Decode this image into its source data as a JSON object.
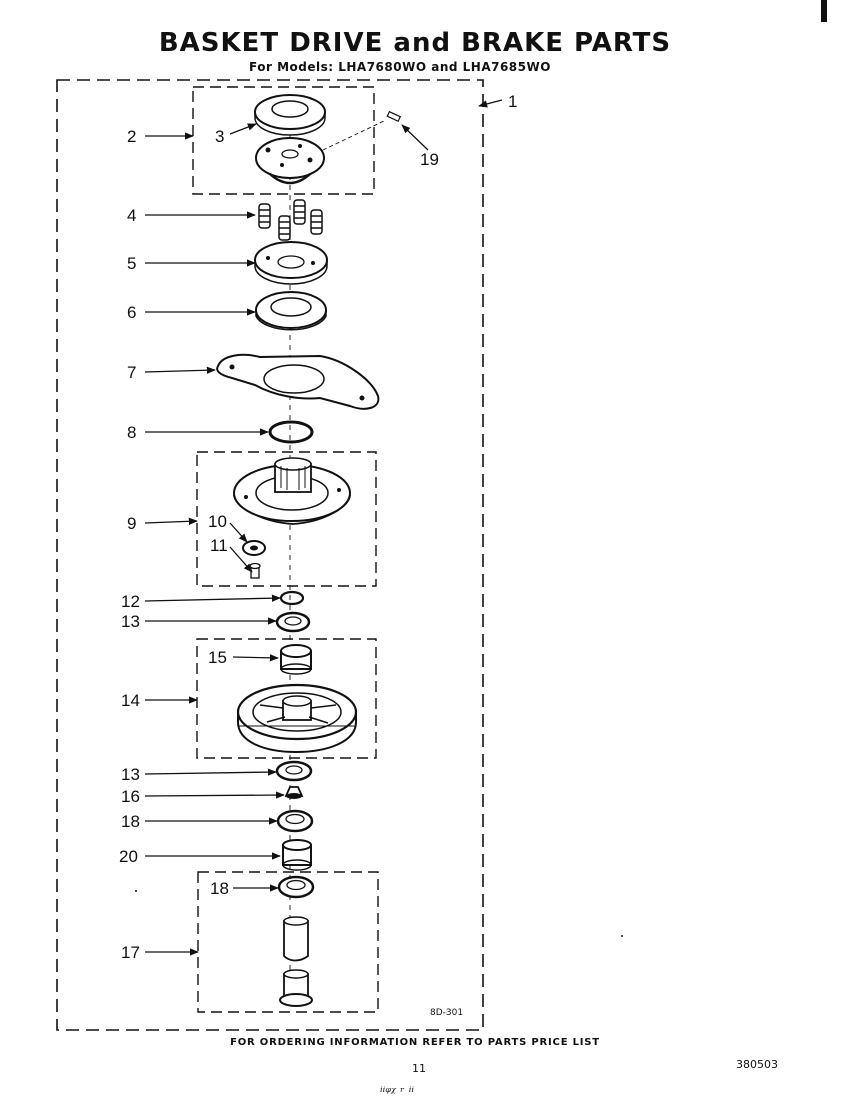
{
  "title": "BASKET DRIVE and BRAKE PARTS",
  "subtitle": "For Models: LHA7680WO and LHA7685WO",
  "footer": "FOR ORDERING INFORMATION REFER TO PARTS PRICE LIST",
  "page_number": "11",
  "document_number": "380503",
  "diagram_code": "8D-301",
  "handwritten_note": "ᵢᵢᵩᵪ ᵣ ᵢᵢ",
  "callouts": {
    "c1": "1",
    "c2": "2",
    "c3": "3",
    "c4": "4",
    "c5": "5",
    "c6": "6",
    "c7": "7",
    "c8": "8",
    "c9": "9",
    "c10": "10",
    "c11": "11",
    "c12": "12",
    "c13a": "13",
    "c13b": "13",
    "c14": "14",
    "c15": "15",
    "c16": "16",
    "c17": "17",
    "c18a": "18",
    "c18b": "18",
    "c19": "19",
    "c20": "20"
  }
}
